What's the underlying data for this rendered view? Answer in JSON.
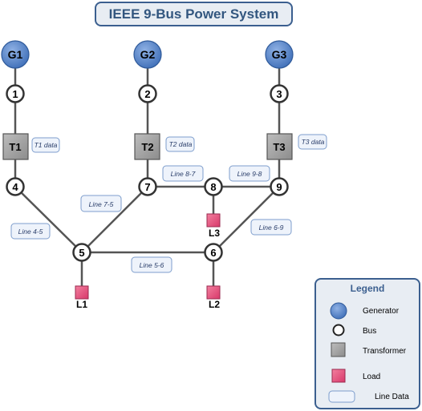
{
  "title": "IEEE 9-Bus Power System",
  "generators": [
    {
      "id": "G1",
      "label": "G1"
    },
    {
      "id": "G2",
      "label": "G2"
    },
    {
      "id": "G3",
      "label": "G3"
    }
  ],
  "buses": [
    "1",
    "2",
    "3",
    "4",
    "5",
    "6",
    "7",
    "8",
    "9"
  ],
  "transformers": [
    {
      "id": "T1",
      "label": "T1",
      "data_label": "T1 data"
    },
    {
      "id": "T2",
      "label": "T2",
      "data_label": "T2 data"
    },
    {
      "id": "T3",
      "label": "T3",
      "data_label": "T3 data"
    }
  ],
  "loads": [
    {
      "id": "L1",
      "label": "L1"
    },
    {
      "id": "L2",
      "label": "L2"
    },
    {
      "id": "L3",
      "label": "L3"
    }
  ],
  "lines": [
    {
      "id": "line-4-5",
      "label": "Line 4-5"
    },
    {
      "id": "line-7-5",
      "label": "Line 7-5"
    },
    {
      "id": "line-5-6",
      "label": "Line 5-6"
    },
    {
      "id": "line-8-7",
      "label": "Line 8-7"
    },
    {
      "id": "line-9-8",
      "label": "Line 9-8"
    },
    {
      "id": "line-6-9",
      "label": "Line 6-9"
    }
  ],
  "legend": {
    "title": "Legend",
    "generator": "Generator",
    "bus": "Bus",
    "transformer": "Transformer",
    "load": "Load",
    "line_data": "Line Data"
  },
  "colors": {
    "generator": "#4f7fc4",
    "transformer": "#9a9a9a",
    "load": "#e0457a",
    "line": "#555555",
    "label_box_fill": "#eef3fb",
    "label_box_border": "#7d9dcc",
    "accent": "#3b5f8f"
  }
}
